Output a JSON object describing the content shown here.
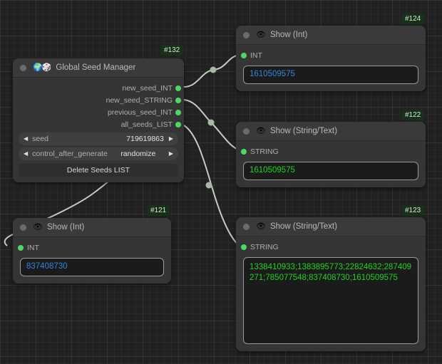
{
  "canvas": {
    "background": "#212121",
    "grid_color": "#2b2b2b",
    "wire_color": "#c2cfc0",
    "port_color": "#4dd866"
  },
  "nodes": [
    {
      "id": "#132",
      "name": "global-seed-manager",
      "title": "Global Seed Manager",
      "emoji": "🌍🎲",
      "collapse_dot": "collapse-dot-icon",
      "outputs": [
        {
          "label": "new_seed_INT"
        },
        {
          "label": "new_seed_STRING"
        },
        {
          "label": "previous_seed_INT"
        },
        {
          "label": "all_seeds_LIST"
        }
      ],
      "widgets": [
        {
          "type": "number",
          "name": "seed",
          "value": "719619863"
        },
        {
          "type": "combo",
          "name": "control_after_generate",
          "value": "randomize"
        }
      ],
      "button": {
        "label": "Delete Seeds LIST"
      }
    },
    {
      "id": "#124",
      "name": "show-int-124",
      "title": "Show (Int)",
      "emoji": "👁",
      "input": {
        "label": "INT"
      },
      "value": "1610509575",
      "value_type": "int"
    },
    {
      "id": "#122",
      "name": "show-string-122",
      "title": "Show (String/Text)",
      "emoji": "👁",
      "input": {
        "label": "STRING"
      },
      "value": "1610509575",
      "value_type": "string"
    },
    {
      "id": "#123",
      "name": "show-string-123",
      "title": "Show (String/Text)",
      "emoji": "👁",
      "input": {
        "label": "STRING"
      },
      "value": "1338410933;1383895773;22824632;287409271;785077548;837408730;1610509575",
      "value_type": "string"
    },
    {
      "id": "#121",
      "name": "show-int-121",
      "title": "Show (Int)",
      "emoji": "👁",
      "input": {
        "label": "INT"
      },
      "value": "837408730",
      "value_type": "int"
    }
  ]
}
